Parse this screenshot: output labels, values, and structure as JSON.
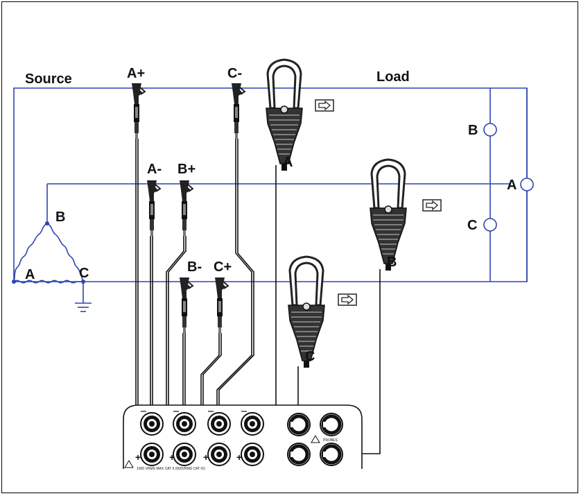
{
  "header": {
    "source": "Source",
    "load": "Load"
  },
  "voltage_probes": {
    "a_plus": "A+",
    "a_minus": "A-",
    "b_plus": "B+",
    "b_minus": "B-",
    "c_plus": "C+",
    "c_minus": "C-"
  },
  "current_clamps": {
    "a": "A",
    "b": "B",
    "c": "C"
  },
  "source_winding": {
    "a": "A",
    "b": "B",
    "c": "C"
  },
  "load_phases": {
    "a": "A",
    "b": "B",
    "c": "C"
  },
  "instrument": {
    "plus_sign": "+",
    "rating_text": "1000 VRMS MAX CAT II (600VRMS CAT IV)",
    "probes_text": "PROBES"
  },
  "colors": {
    "bus": "#2e44b0",
    "lead": "#111111"
  }
}
